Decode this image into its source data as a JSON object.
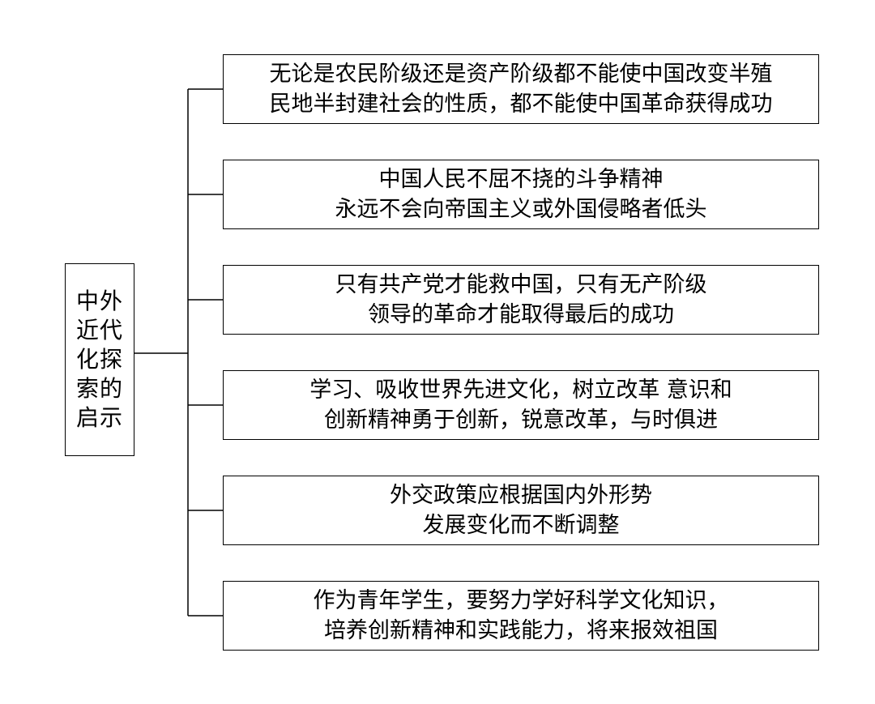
{
  "root": {
    "label": "中外\n近代\n化探\n索的\n启示"
  },
  "branches": [
    {
      "line1": "无论是农民阶级还是资产阶级都不能使中国改变半殖",
      "line2": "民地半封建社会的性质，都不能使中国革命获得成功"
    },
    {
      "line1": "中国人民不屈不挠的斗争精神",
      "line2": "永远不会向帝国主义或外国侵略者低头"
    },
    {
      "line1": "只有共产党才能救中国，只有无产阶级",
      "line2": "领导的革命才能取得最后的成功"
    },
    {
      "line1": "学习、吸收世界先进文化，树立改革 意识和",
      "line2": "创新精神勇于创新，锐意改革，与时俱进"
    },
    {
      "line1": "外交政策应根据国内外形势",
      "line2": "发展变化而不断调整"
    },
    {
      "line1": "作为青年学生，要努力学好科学文化知识，",
      "line2": "培养创新精神和实践能力，将来报效祖国"
    }
  ]
}
